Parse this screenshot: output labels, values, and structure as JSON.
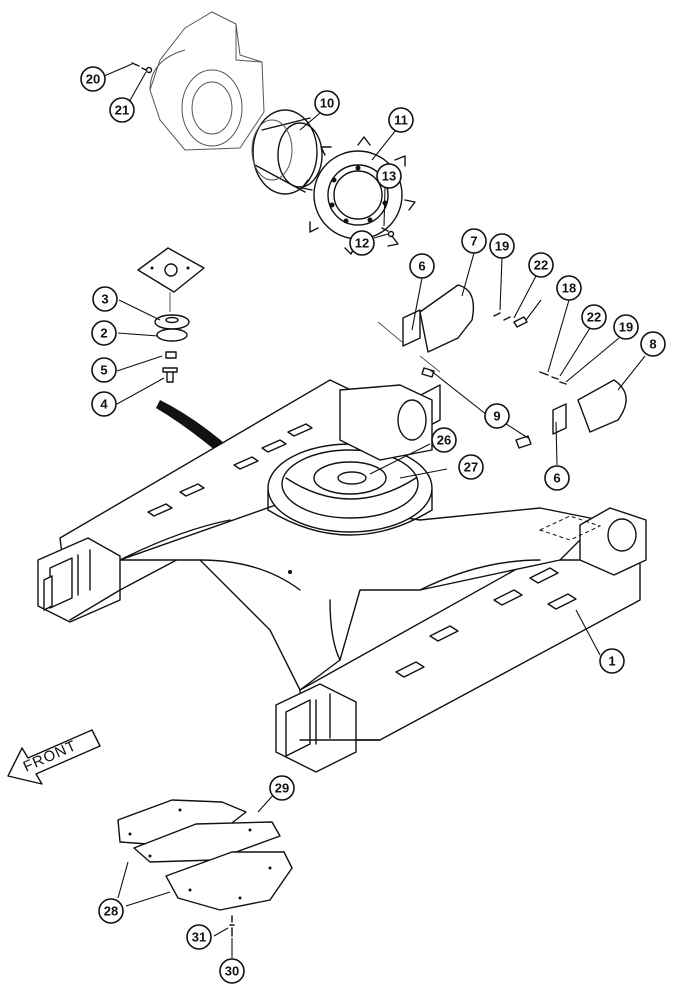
{
  "direction_label": "FRONT",
  "callouts": [
    "1",
    "2",
    "3",
    "4",
    "5",
    "6",
    "6",
    "7",
    "8",
    "9",
    "10",
    "11",
    "12",
    "13",
    "18",
    "19",
    "19",
    "20",
    "21",
    "22",
    "22",
    "26",
    "27",
    "28",
    "29",
    "30",
    "31"
  ],
  "icons": [
    "front-arrow-icon"
  ]
}
